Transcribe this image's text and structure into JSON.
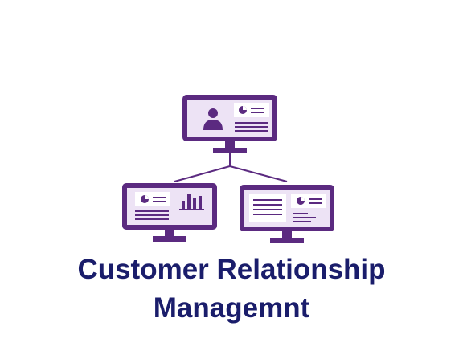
{
  "title": {
    "line1": "Customer Relationship",
    "line2": "Managemnt"
  },
  "colors": {
    "monitor_frame": "#5b2a80",
    "screen_fill": "#ede3f5",
    "panel_fill": "#ffffff",
    "icon_detail": "#5b2a80",
    "connector": "#5b2a80",
    "title_text": "#1a1d6b"
  },
  "diagram": {
    "nodes": [
      {
        "id": "top",
        "icon": "user-profile-icon"
      },
      {
        "id": "bottom-left",
        "icon": "bar-chart-icon"
      },
      {
        "id": "bottom-right",
        "icon": "document-icon"
      }
    ],
    "edges": [
      {
        "from": "top",
        "to": "bottom-left"
      },
      {
        "from": "top",
        "to": "bottom-right"
      }
    ]
  }
}
